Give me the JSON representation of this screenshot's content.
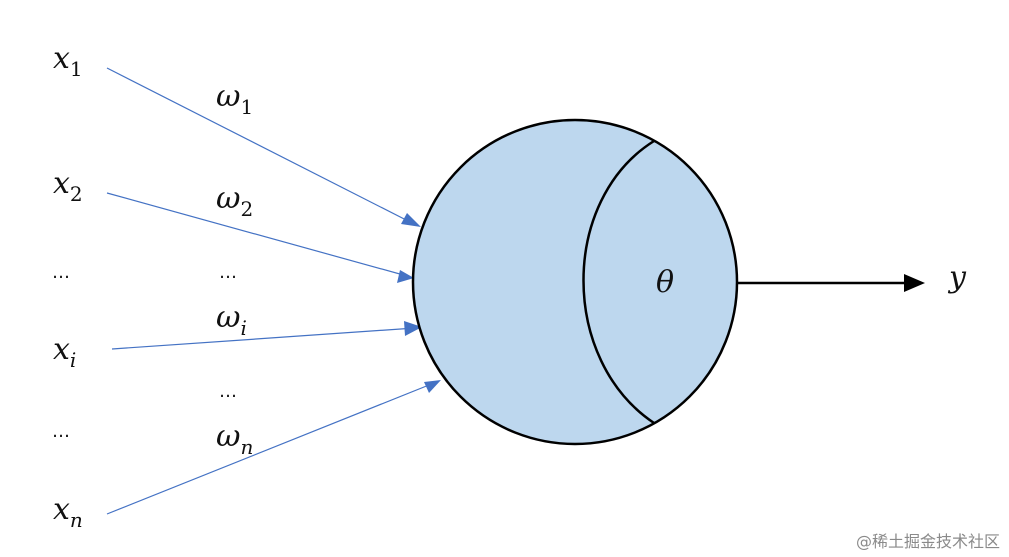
{
  "inputs": [
    {
      "var": "x",
      "sub": "1"
    },
    {
      "var": "x",
      "sub": "2"
    },
    {
      "var": "x",
      "sub": "i"
    },
    {
      "var": "x",
      "sub": "n"
    }
  ],
  "weights": [
    {
      "var": "ω",
      "sub": "1"
    },
    {
      "var": "ω",
      "sub": "2"
    },
    {
      "var": "ω",
      "sub": "i"
    },
    {
      "var": "ω",
      "sub": "n"
    }
  ],
  "ellipses": {
    "input_upper": "…",
    "input_lower": "…",
    "weight_upper": "…",
    "weight_lower": "…"
  },
  "threshold_label": "θ",
  "output_label": "y",
  "watermark": "@稀土掘金技术社区",
  "colors": {
    "neuron_fill": "#bdd7ee",
    "neuron_stroke": "#000000",
    "input_arrow": "#4472c4",
    "output_arrow": "#000000"
  }
}
